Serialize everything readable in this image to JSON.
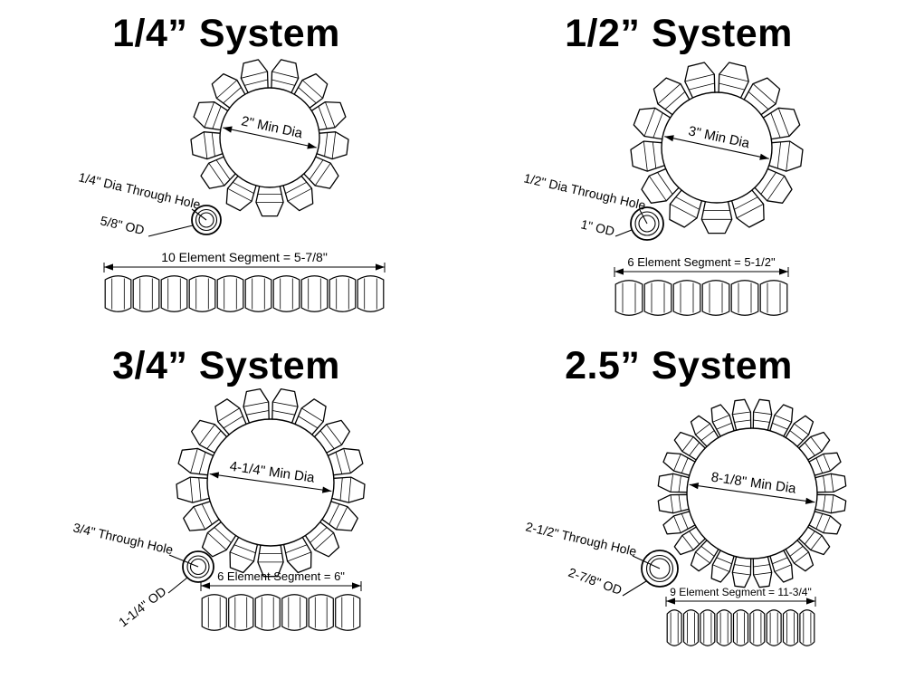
{
  "colors": {
    "ink": "#000000",
    "background": "#ffffff"
  },
  "panels": [
    {
      "id": "quarter-inch",
      "title": "1/4” System",
      "ring": {
        "min_dia_label": "2\" Min Dia"
      },
      "washer": {
        "through_hole_label": "1/4\" Dia Through Hole",
        "od_label": "5/8\" OD"
      },
      "segment": {
        "label": "10 Element Segment = 5-7/8\"",
        "element_count": 10
      }
    },
    {
      "id": "half-inch",
      "title": "1/2” System",
      "ring": {
        "min_dia_label": "3\" Min Dia"
      },
      "washer": {
        "through_hole_label": "1/2\" Dia Through Hole",
        "od_label": "1\" OD"
      },
      "segment": {
        "label": "6 Element Segment = 5-1/2\"",
        "element_count": 6
      }
    },
    {
      "id": "three-quarter-inch",
      "title": "3/4” System",
      "ring": {
        "min_dia_label": "4-1/4\" Min Dia"
      },
      "washer": {
        "through_hole_label": "3/4\" Through Hole",
        "od_label": "1-1/4\" OD"
      },
      "segment": {
        "label": "6 Element Segment = 6\"",
        "element_count": 6
      }
    },
    {
      "id": "two-point-five-inch",
      "title": "2.5” System",
      "ring": {
        "min_dia_label": "8-1/8\" Min Dia"
      },
      "washer": {
        "through_hole_label": "2-1/2\" Through Hole",
        "od_label": "2-7/8\" OD"
      },
      "segment": {
        "label": "9 Element Segment = 11-3/4\"",
        "element_count": 9
      }
    }
  ]
}
